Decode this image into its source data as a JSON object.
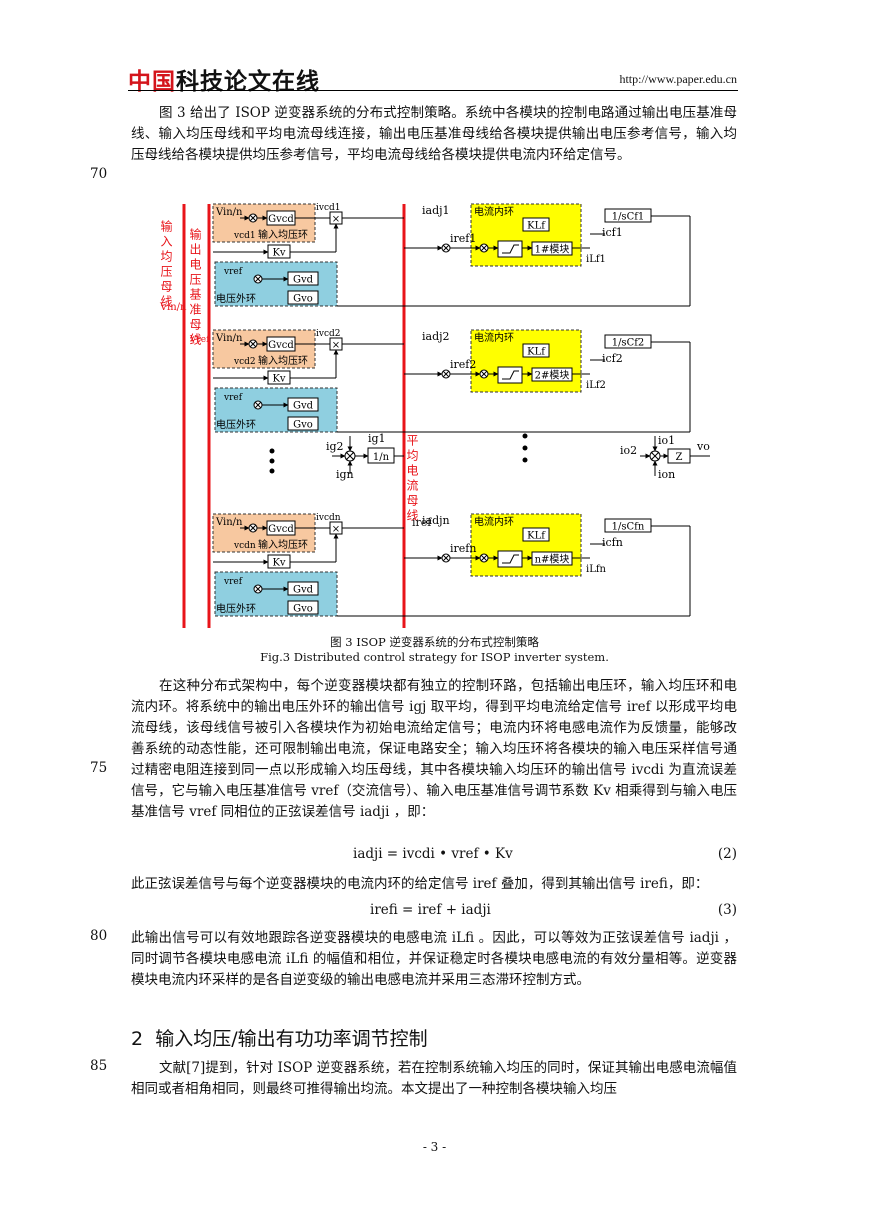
{
  "header": {
    "logo_red": "中国",
    "logo_black": "科技论文在线",
    "url": "http://www.paper.edu.cn"
  },
  "line_numbers": {
    "n70": "70",
    "n75": "75",
    "n80": "80",
    "n85": "85"
  },
  "paragraphs": {
    "p1": "图 3 给出了 ISOP 逆变器系统的分布式控制策略。系统中各模块的控制电路通过输出电压基准母线、输入均压母线和平均电流母线连接，输出电压基准母线给各模块提供输出电压参考信号，输入均压母线给各模块提供均压参考信号，平均电流母线给各模块提供电流内环给定信号。",
    "p2": "在这种分布式架构中，每个逆变器模块都有独立的控制环路，包括输出电压环，输入均压环和电流内环。将系统中的输出电压外环的输出信号 igj 取平均，得到平均电流给定信号 iref 以形成平均电流母线，该母线信号被引入各模块作为初始电流给定信号；电流内环将电感电流作为反馈量，能够改善系统的动态性能，还可限制输出电流，保证电路安全；输入均压环将各模块的输入电压采样信号通过精密电阻连接到同一点以形成输入均压母线，其中各模块输入均压环的输出信号 ivcdi 为直流误差信号，它与输入电压基准信号 vref（交流信号）、输入电压基准信号调节系数 Kv 相乘得到与输入电压基准信号 vref 同相位的正弦误差信号 iadji ，即：",
    "p3": "此正弦误差信号与每个逆变器模块的电流内环的给定信号 iref 叠加，得到其输出信号 irefi，即：",
    "p4": "此输出信号可以有效地跟踪各逆变器模块的电感电流 iLfi 。因此，可以等效为正弦误差信号 iadji ，同时调节各模块电感电流 iLfi 的幅值和相位，并保证稳定时各模块电感电流的有效分量相等。逆变器模块电流内环采样的是各自逆变级的输出电感电流并采用三态滞环控制方式。",
    "p5": "文献[7]提到，针对 ISOP 逆变器系统，若在控制系统输入均压的同时，保证其输出电感电流幅值相同或者相角相同，则最终可推得输出均流。本文提出了一种控制各模块输入均压"
  },
  "equations": {
    "eq2": "iadji = ivcdi • vref • Kv",
    "eq2_num": "(2)",
    "eq3": "irefi = iref + iadji",
    "eq3_num": "(3)"
  },
  "figure": {
    "caption_cn": "图 3   ISOP 逆变器系统的分布式控制策略",
    "caption_en": "Fig.3   Distributed control strategy for ISOP inverter system.",
    "bus_in": "输入均压母线",
    "bus_in_sub": "Vin/n",
    "bus_out": "输出电压基准母线",
    "bus_out_sub": "Vref",
    "bus_avg": "平均电流母线",
    "bus_avg_sub": "iref",
    "vin_n": "Vin/n",
    "gvcd": "Gvcd",
    "kv": "Kv",
    "vref": "vref",
    "gvd": "Gvd",
    "gvo": "Gvo",
    "in_loop": "输入均压环",
    "v_outer": "电压外环",
    "cur_inner": "电流内环",
    "klf": "KLf",
    "one_n": "1/n",
    "z": "Z",
    "vo": "vo",
    "ig1": "ig1",
    "ig2": "ig2",
    "ign": "ign",
    "io1": "io1",
    "io2": "io2",
    "ion": "ion",
    "modules": [
      {
        "vcd": "ivcd1",
        "vcdin": "vcd1",
        "adj": "iadj1",
        "ref": "iref1",
        "mod": "1#模块",
        "lf": "iLf1",
        "cf": "icf1",
        "sc": "1/sCf1"
      },
      {
        "vcd": "ivcd2",
        "vcdin": "vcd2",
        "adj": "iadj2",
        "ref": "iref2",
        "mod": "2#模块",
        "lf": "iLf2",
        "cf": "icf2",
        "sc": "1/sCf2"
      },
      {
        "vcd": "ivcdn",
        "vcdin": "vcdn",
        "adj": "iadjn",
        "ref": "irefn",
        "mod": "n#模块",
        "lf": "iLfn",
        "cf": "icfn",
        "sc": "1/sCfn"
      }
    ]
  },
  "section": {
    "number": "2",
    "title": "输入均压/输出有功功率调节控制"
  },
  "page_number": "- 3 -",
  "colors": {
    "bus_red": "#e8141a",
    "orange_box": "#f7c8a0",
    "blue_box": "#8fcfe0",
    "yellow_box": "#ffff00"
  }
}
